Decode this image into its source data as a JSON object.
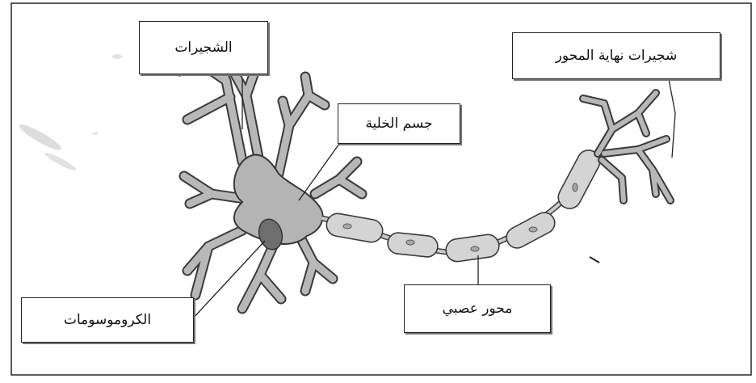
{
  "labels": {
    "dendrites": "الشجيرات",
    "axon_terminals": "شجيرات نهاية المحور",
    "cell_body": "جسم الخلية",
    "chromosomes": "الكروموسومات",
    "axon": "محور عصبي"
  },
  "colors": {
    "neuron_fill": "#b8b8b8",
    "outline": "#3a3a3a",
    "nucleus": "#6e6e6e",
    "frame": "#333333",
    "background": "#ffffff"
  }
}
